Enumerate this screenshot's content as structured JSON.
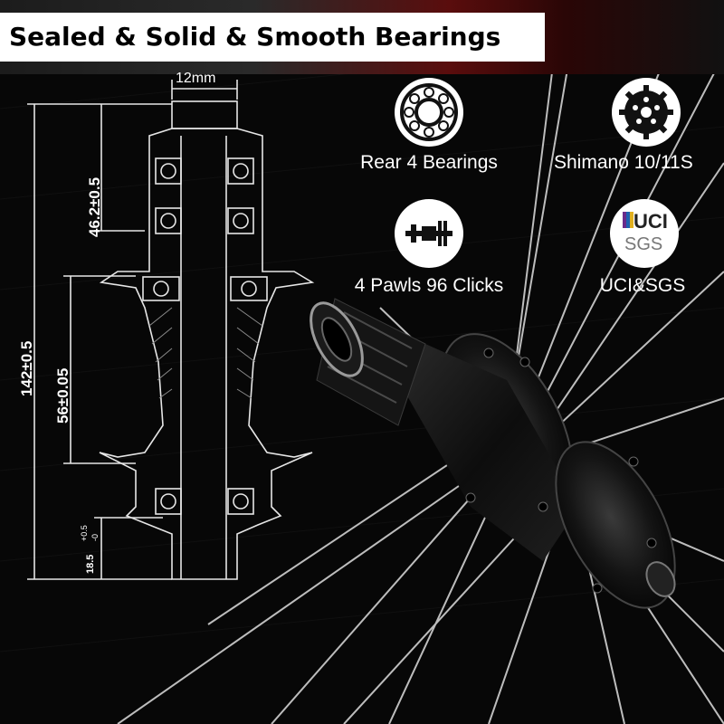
{
  "banner": {
    "title": "Sealed & Solid & Smooth Bearings"
  },
  "drawing": {
    "width_label": "12mm",
    "height_dims": [
      "46.2±0.5",
      "142±0.5",
      "56±0.05",
      "18.5"
    ],
    "tolerance_upper": "+0.5",
    "tolerance_lower": "-0"
  },
  "features": [
    {
      "label": "Rear 4 Bearings",
      "icon": "bearing-icon"
    },
    {
      "label": "Shimano 10/11S",
      "icon": "cassette-gear-icon"
    },
    {
      "label": "4 Pawls 96 Clicks",
      "icon": "freehub-axle-icon"
    },
    {
      "label": "UCI&SGS",
      "icon": "uci-sgs-logo-icon",
      "logo_text": [
        "UCI",
        "SGS"
      ]
    }
  ],
  "colors": {
    "background": "#050505",
    "banner_accent": "#5a0d0d",
    "line": "#ffffff"
  }
}
